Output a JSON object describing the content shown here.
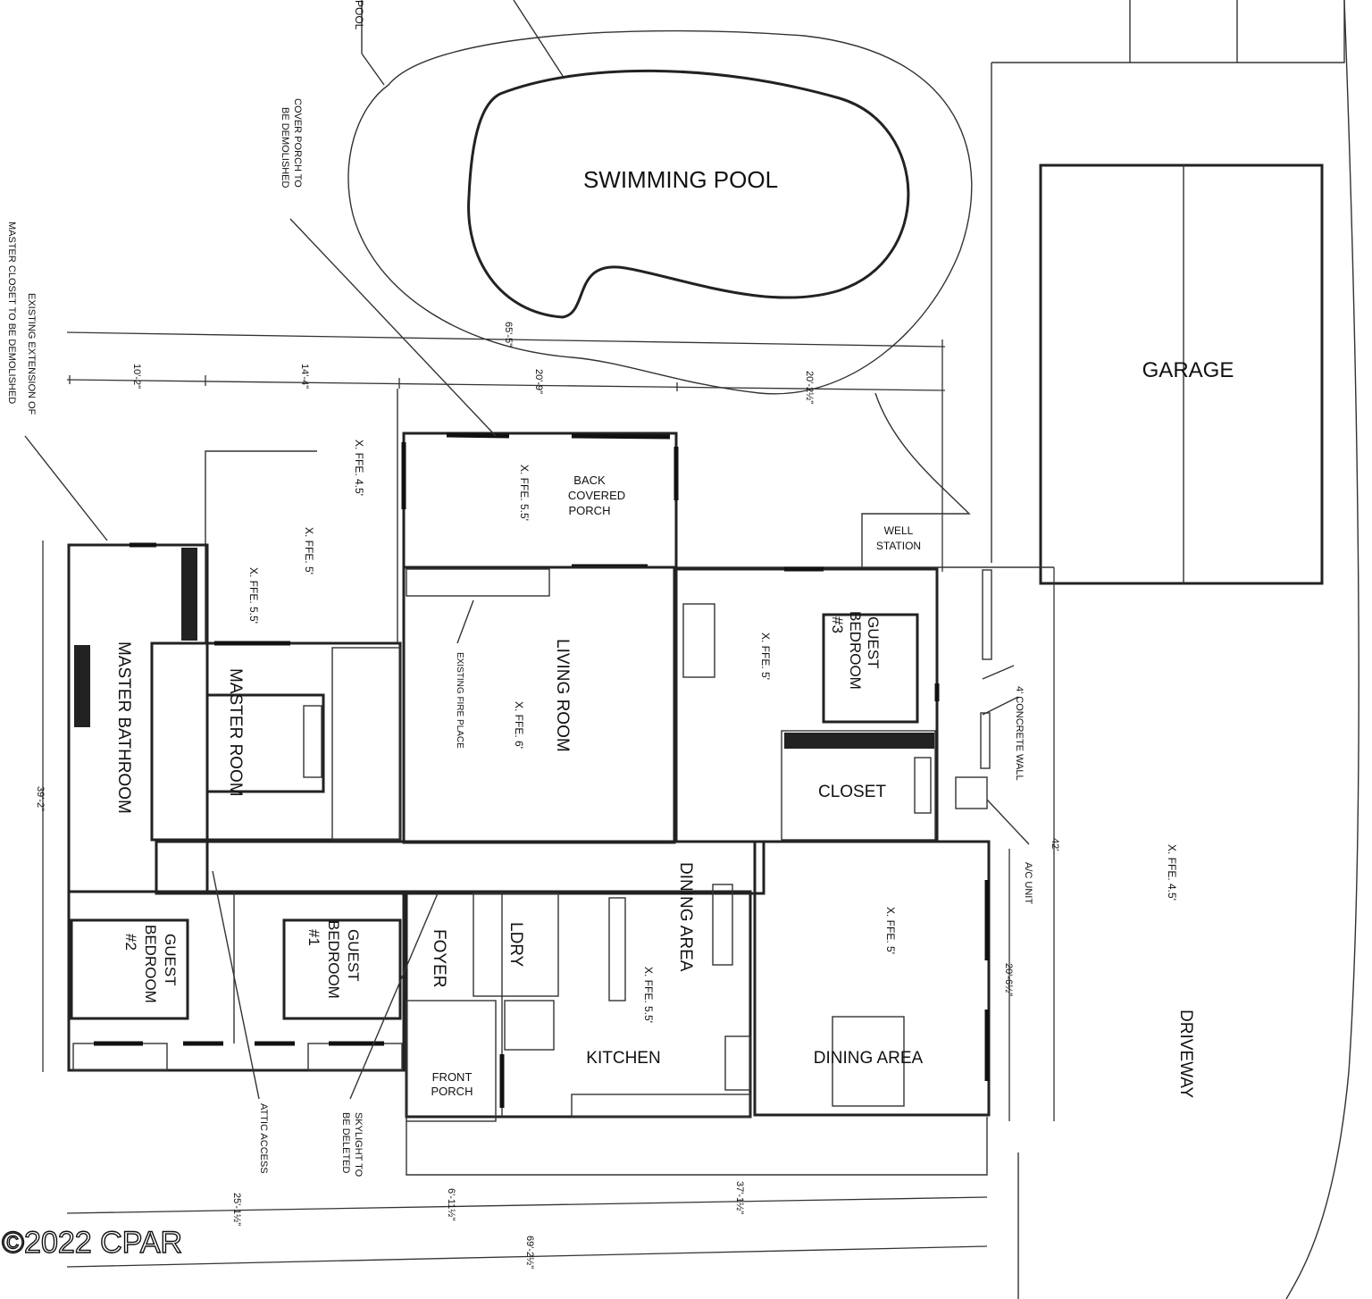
{
  "labels": {
    "pool_note": "POOL",
    "swimming_pool": "SWIMMING POOL",
    "garage": "GARAGE",
    "cover_porch_note": [
      "COVER PORCH TO",
      "BE DEMOLISHED"
    ],
    "master_closet_note": [
      "EXISTING EXTENSION OF",
      "MASTER CLOSET TO BE DEMOLISHED"
    ],
    "back_covered_porch": [
      "BACK",
      "COVERED",
      "PORCH"
    ],
    "well_station": [
      "WELL",
      "STATION"
    ],
    "living_room": "LIVING ROOM",
    "existing_fireplace": "EXISTING FIRE PLACE",
    "master_bathroom": "MASTER BATHROOM",
    "master_room": "MASTER ROOM",
    "guest_bedroom_3": [
      "GUEST",
      "BEDROOM",
      "#3"
    ],
    "closet": "CLOSET",
    "concrete_wall": "4' CONCRETE WALL",
    "ac_unit": "A/C UNIT",
    "dining_area_1": "DINING AREA",
    "dining_area_2": "DINING AREA",
    "ldry": "LDRY",
    "foyer": "FOYER",
    "kitchen": "KITCHEN",
    "front_porch": [
      "FRONT",
      "PORCH"
    ],
    "guest_bedroom_2": [
      "GUEST",
      "BEDROOM",
      "#2"
    ],
    "guest_bedroom_1": [
      "GUEST",
      "BEDROOM",
      "#1"
    ],
    "attic_access": "ATTIC ACCESS",
    "skylight_note": [
      "SKYLIGHT TO",
      "BE DELETED"
    ],
    "driveway": "DRIVEWAY",
    "watermark": "©2022 CPAR"
  },
  "elevations": {
    "ffe_4_5_top": "X. FFE. 4.5'",
    "ffe_5_5_back_porch": "X. FFE. 5.5'",
    "ffe_5_left": "X. FFE. 5'",
    "ffe_5_5_left": "X. FFE. 5.5'",
    "ffe_6_living": "X. FFE. 6'",
    "ffe_5_guest3": "X. FFE. 5'",
    "ffe_5_dining": "X. FFE. 5'",
    "ffe_5_5_kitchen": "X. FFE. 5.5'",
    "ffe_4_5_driveway": "X. FFE. 4.5'"
  },
  "dimensions": {
    "overall_top": "65'-5\"",
    "seg_1": "10'-2\"",
    "seg_2": "14'-4\"",
    "seg_3": "20'-9\"",
    "seg_4": "20'-2½\"",
    "left_height": "39'-2\"",
    "right_height": "42'",
    "right_inner": "20'-6½\"",
    "bottom_1": "25'-1½\"",
    "bottom_2": "6'-11½\"",
    "bottom_3": "37'-1½\"",
    "bottom_overall": "69'-2½\""
  }
}
